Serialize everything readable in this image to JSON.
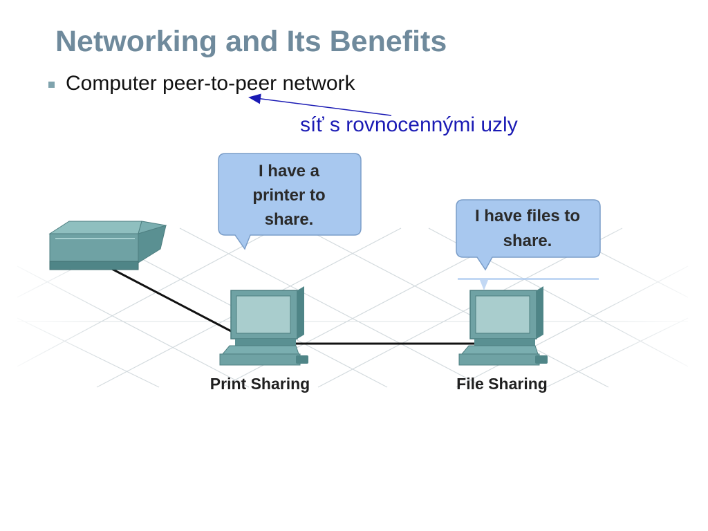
{
  "slide": {
    "title": "Networking and Its Benefits",
    "bullet": "Computer peer-to-peer network",
    "annotation": "síť s rovnocennými uzly",
    "annotation_color": "#1a1ab4"
  },
  "diagram": {
    "printer_bubble": [
      "I have a",
      "printer to",
      "share."
    ],
    "files_bubble": [
      "I have files to",
      "share."
    ],
    "labels": {
      "print_sharing": "Print Sharing",
      "file_sharing": "File Sharing"
    },
    "icons": [
      "printer-icon",
      "computer-icon",
      "computer-icon"
    ]
  }
}
